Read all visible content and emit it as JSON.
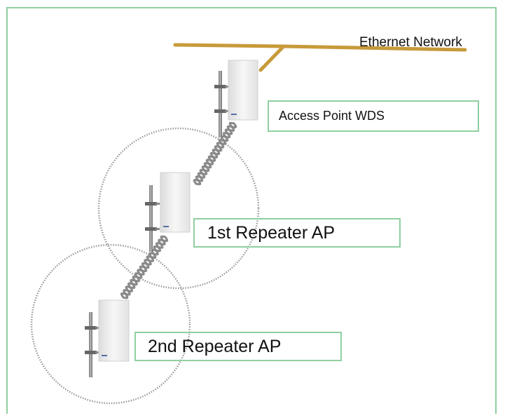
{
  "ethernet_label": "Ethernet Network",
  "labels": {
    "access_point": "Access Point WDS",
    "repeater1": "1st Repeater AP",
    "repeater2": "2nd Repeater AP"
  },
  "colors": {
    "ethernet_line": "#c79a3a",
    "box_border": "#8fcfa0",
    "coverage_circle": "#9a9a9a",
    "wireless_link": "#8a8a8a"
  },
  "icons": [
    "antenna-panel-icon",
    "wireless-link-icon",
    "coverage-circle-icon"
  ]
}
